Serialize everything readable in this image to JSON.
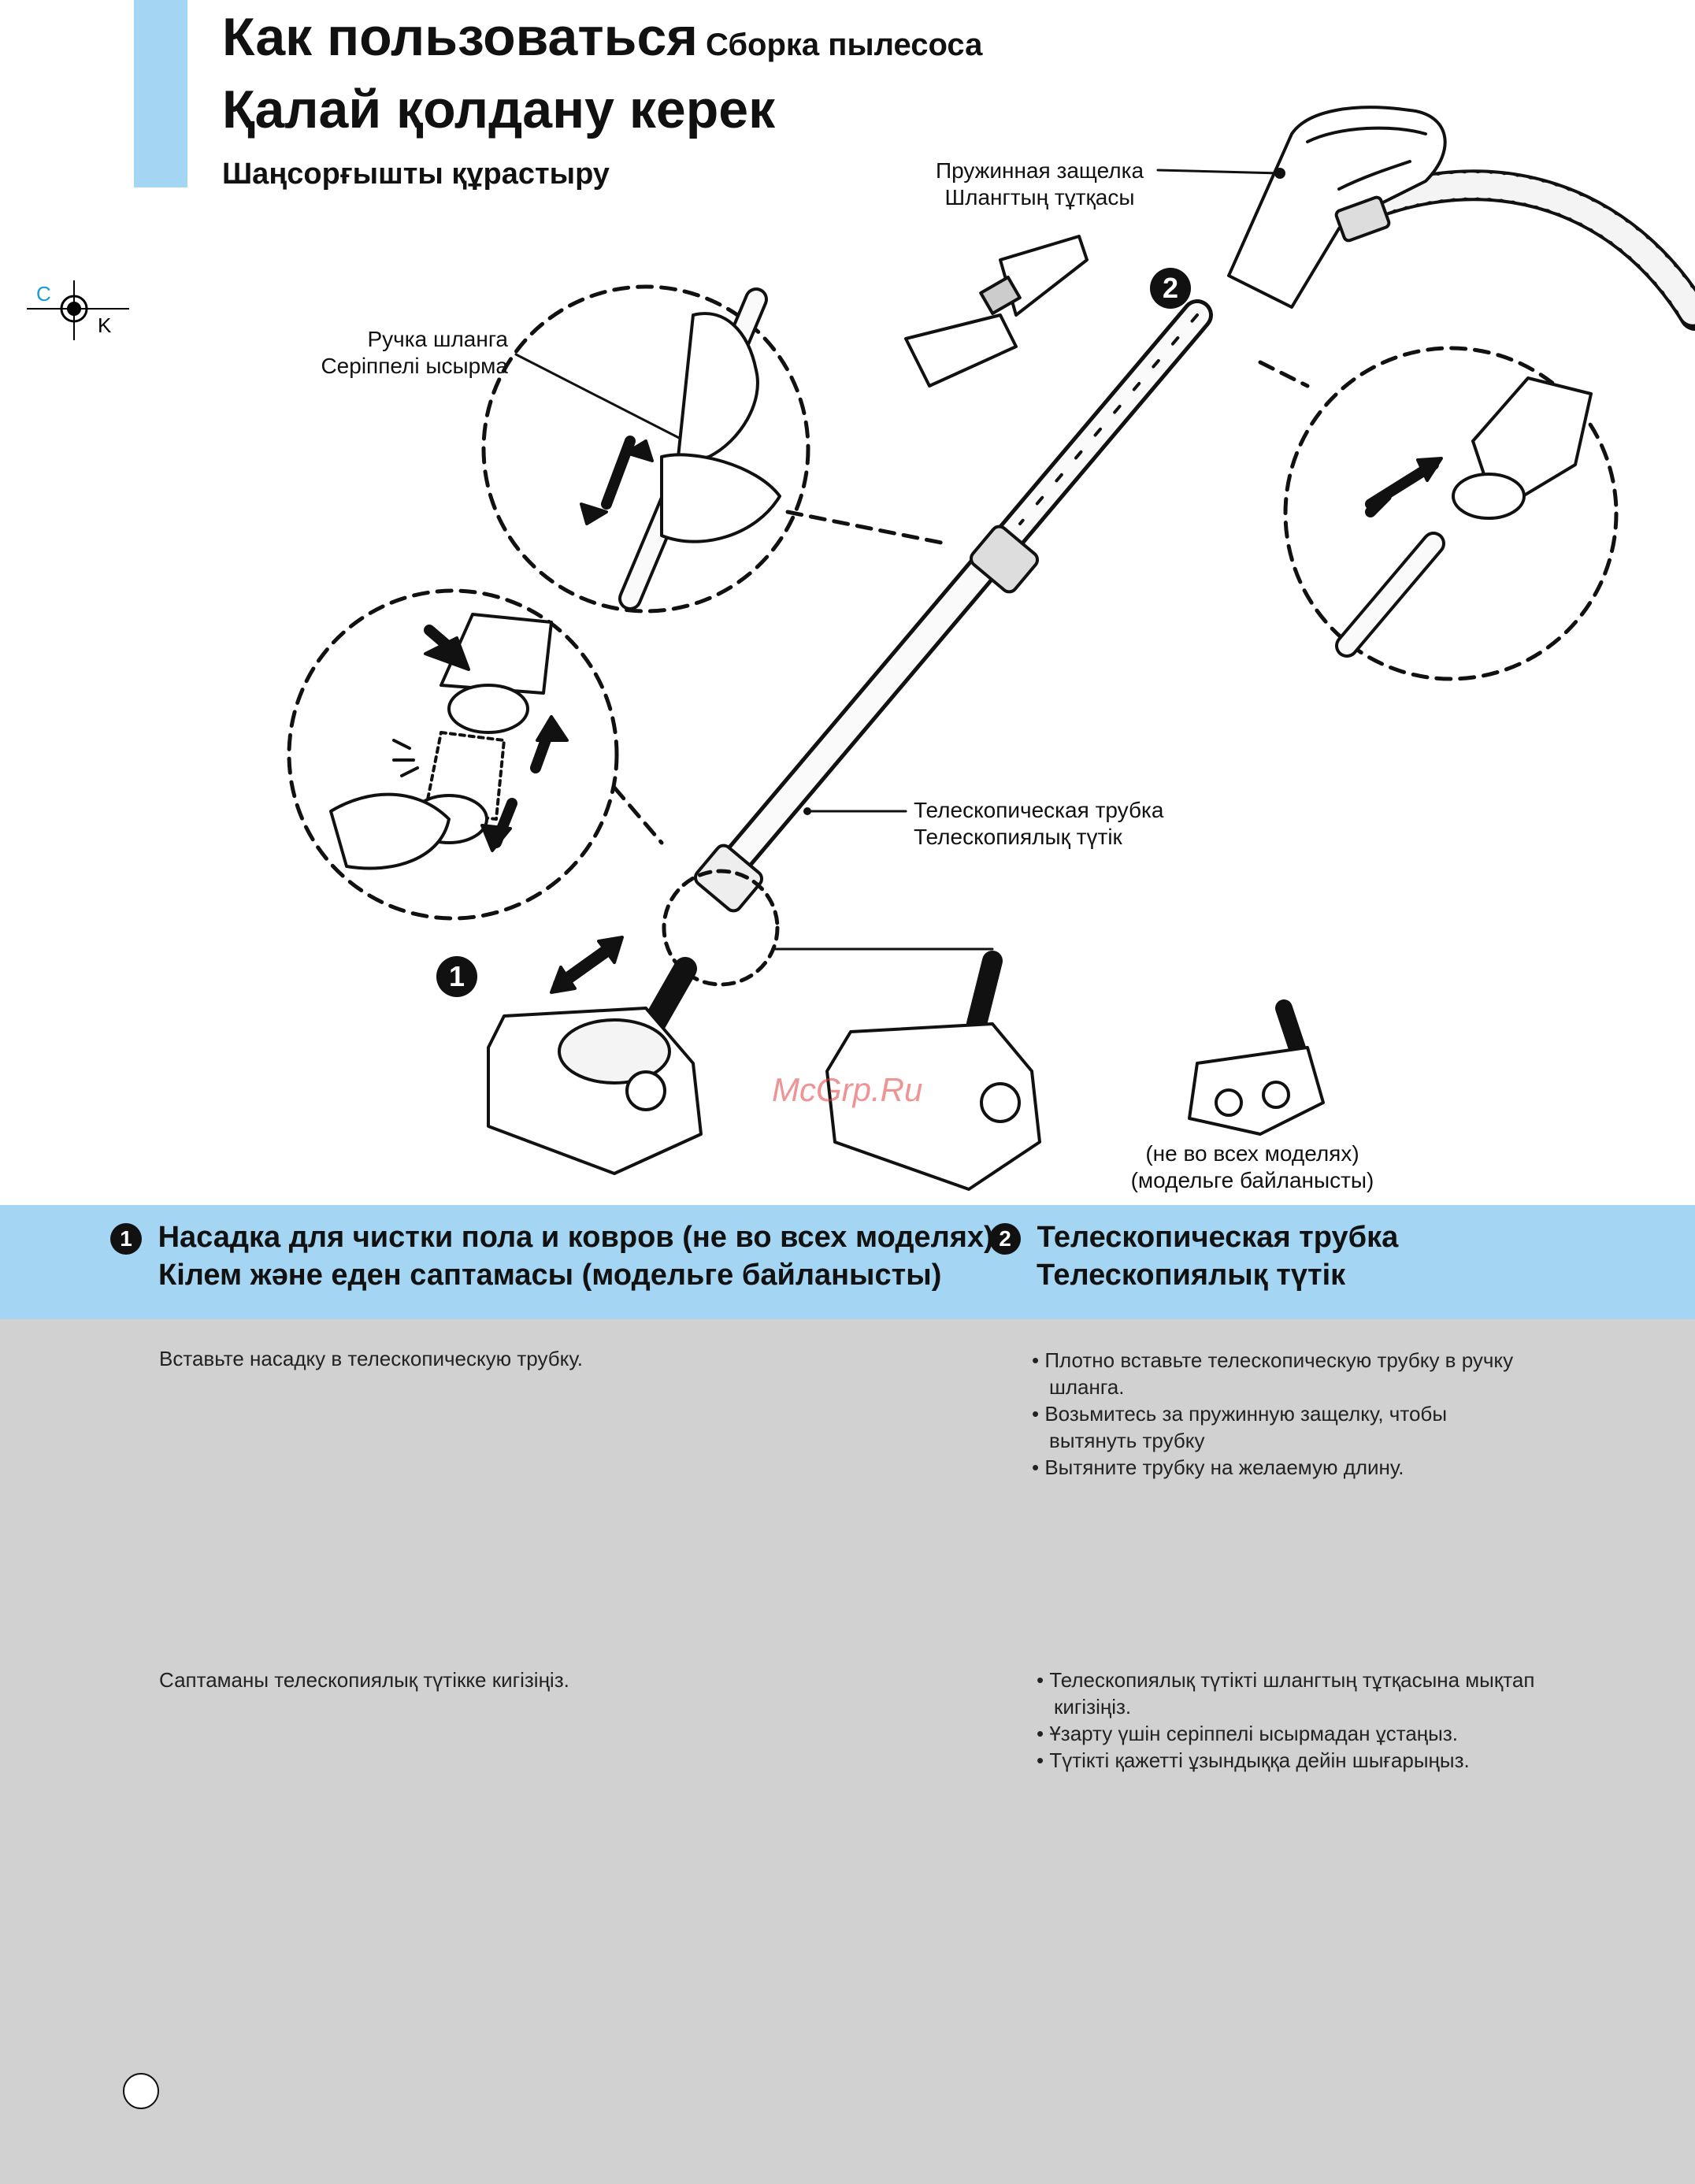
{
  "header": {
    "title_ru": "Как пользоваться",
    "title_ru_sub": "Сборка пылесоса",
    "title_kz": "Қалай қолдану керек",
    "subtitle_kz": "Шаңсорғышты құрастыру"
  },
  "registration": {
    "c": "C",
    "k": "K"
  },
  "labels": {
    "spring_latch": [
      "Пружинная защелка",
      "Шлангтың тұтқасы"
    ],
    "hose_handle": [
      "Ручка шланга",
      "Серіппелі ысырма"
    ],
    "telescopic_tube": [
      "Телескопическая трубка",
      "Телескопиялық түтік"
    ],
    "not_all_models": [
      "(не во всех моделях)",
      "(модельге байланысты)"
    ]
  },
  "markers": {
    "one": "1",
    "two": "2"
  },
  "watermark": "McGrp.Ru",
  "sections": [
    {
      "number": "1",
      "title_ru": "Насадка для чистки пола и ковров (не во всех моделях)",
      "title_kz": "Кілем және еден саптамасы (модельге байланысты)",
      "text_ru": "Вставьте насадку в телескопическую трубку.",
      "text_kz": "Саптаманы телескопиялық түтікке кигізіңіз."
    },
    {
      "number": "2",
      "title_ru": "Телескопическая трубка",
      "title_kz": "Телескопиялық түтік",
      "bullets_ru": [
        "Плотно вставьте телескопическую трубку в ручку шланга.",
        "Возьмитесь за пружинную защелку, чтобы вытянуть трубку",
        "Вытяните трубку на желаемую длину."
      ],
      "bullets_kz": [
        "Телескопиялық түтікті шлангтың тұтқасына мықтап кигізіңіз.",
        "Ұзарту үшін серіппелі ысырмадан ұстаңыз.",
        "Түтікті қажетті ұзындыққа дейін шығарыңыз."
      ]
    }
  ],
  "colors": {
    "accent_blue": "#a4d5f3",
    "panel_gray": "#d1d1d1"
  }
}
